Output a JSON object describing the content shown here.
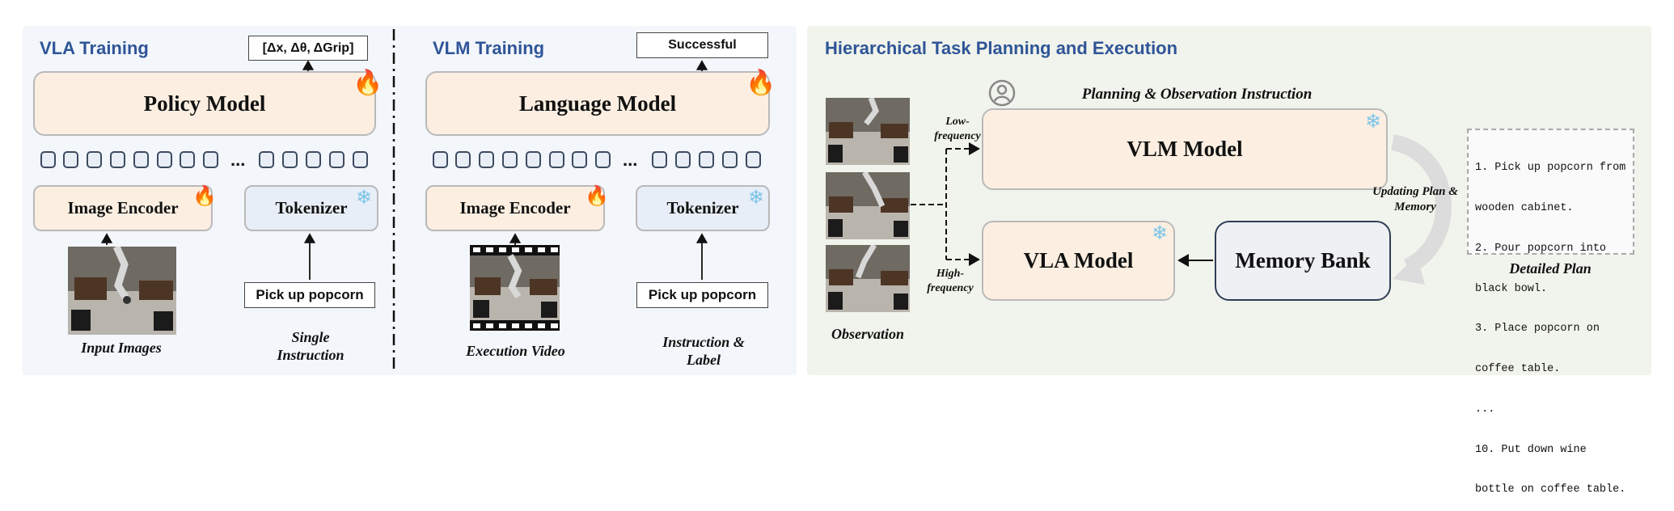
{
  "vla": {
    "title": "VLA Training",
    "output": "[Δx, Δθ, ΔGrip]",
    "policy_model": "Policy Model",
    "dots": "...",
    "image_encoder": "Image Encoder",
    "tokenizer": "Tokenizer",
    "instruction": "Pick up popcorn",
    "input_images_label": "Input Images",
    "single_instruction_label": "Single Instruction"
  },
  "vlm": {
    "title": "VLM Training",
    "output": "Successful",
    "language_model": "Language Model",
    "dots": "...",
    "image_encoder": "Image Encoder",
    "tokenizer": "Tokenizer",
    "instruction": "Pick up popcorn",
    "execution_video_label": "Execution Video",
    "instruction_label": "Instruction & Label"
  },
  "htpe": {
    "title": "Hierarchical Task Planning and Execution",
    "planning_label": "Planning & Observation Instruction",
    "vlm_model": "VLM Model",
    "vla_model": "VLA Model",
    "memory_bank": "Memory Bank",
    "low_freq": "Low-frequency",
    "high_freq": "High-frequency",
    "updating": "Updating Plan & Memory",
    "observation_label": "Observation",
    "detailed_plan_label": "Detailed Plan",
    "plan_lines": [
      "1. Pick up popcorn from",
      "wooden cabinet.",
      "2. Pour popcorn into",
      "black bowl.",
      "3. Place popcorn on",
      "coffee table.",
      "...",
      "10. Put down wine",
      "bottle on coffee table."
    ]
  },
  "colors": {
    "title_blue": "#2f5597",
    "model_fill": "#fcefe2",
    "tokenizer_fill": "#e8eef7",
    "fire": "#f07a1a",
    "snowflake": "#7cc4e8"
  },
  "icons": [
    "fire-icon",
    "snowflake-icon",
    "user-icon",
    "robot-scene-image"
  ]
}
